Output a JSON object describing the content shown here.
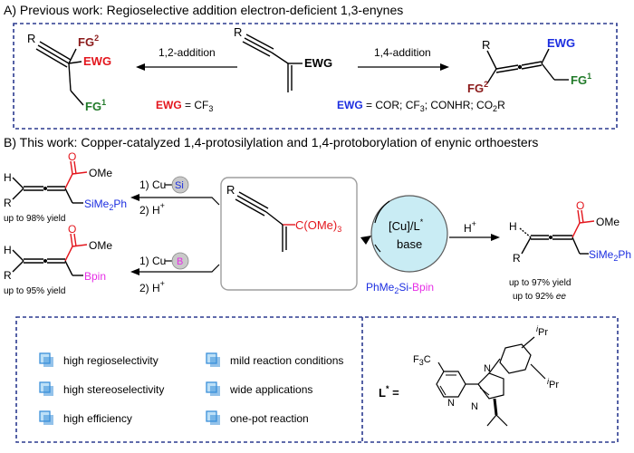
{
  "section_a": {
    "heading": "A) Previous work: Regioselective addition electron-deficient 1,3-enynes",
    "left_product": {
      "r": "R",
      "fg2": "FG",
      "fg2_sup": "2",
      "ewg": "EWG",
      "fg1": "FG",
      "fg1_sup": "1"
    },
    "arrow_12_label": "1,2-addition",
    "arrow_14_label": "1,4-addition",
    "substrate_ewg": "EWG",
    "ewg_def_left_key": "EWG",
    "ewg_def_left_val": "= CF",
    "ewg_def_left_sub": "3",
    "right_product": {
      "r": "R",
      "ewg": "EWG",
      "fg2": "FG",
      "fg2_sup": "2",
      "fg1": "FG",
      "fg1_sup": "1"
    },
    "ewg_def_right_key": "EWG",
    "ewg_def_right_val": "= COR; CF",
    "ewg_def_right_sub": "3",
    "ewg_def_right_rest": "; CONHR; CO",
    "ewg_def_right_sub2": "2",
    "ewg_def_right_end": "R"
  },
  "section_b": {
    "heading": "B) This work: Copper-catalyzed 1,4-protosilylation and 1,4-protoborylation of enynic orthoesters",
    "top_left_product": {
      "h": "H",
      "r": "R",
      "o": "O",
      "ome": "OMe",
      "simephe": "SiMe",
      "simephe_sub": "2",
      "simephe_end": "Ph",
      "yield": "up to 98% yield"
    },
    "bottom_left_product": {
      "h": "H",
      "r": "R",
      "o": "O",
      "ome": "OMe",
      "bpin": "Bpin",
      "yield": "up to 95% yield"
    },
    "arrow_si_step1": "1) Cu",
    "arrow_si_badge": "Si",
    "arrow_si_step2": "2) H",
    "arrow_b_step1": "1) Cu",
    "arrow_b_badge": "B",
    "arrow_b_step2": "2) H",
    "plus": "+",
    "substrate": {
      "r": "R",
      "group": "C(OMe)",
      "group_sub": "3"
    },
    "catalyst": {
      "line1": "[Cu]/L",
      "star": "*",
      "line2": "base"
    },
    "reagent": "PhMe",
    "reagent_sub": "2",
    "reagent_si": "Si-",
    "reagent_b": "Bpin",
    "proton": "H",
    "right_product": {
      "h": "H",
      "r": "R",
      "o": "O",
      "ome": "OMe",
      "simephe": "SiMe",
      "simephe_sub": "2",
      "simephe_end": "Ph"
    },
    "right_yield": "up to 97% yield",
    "right_ee_prefix": "up to 92%",
    "right_ee": "ee"
  },
  "features": {
    "items": [
      "high regioselectivity",
      "high stereoselectivity",
      "high efficiency",
      "mild reaction conditions",
      "wide applications",
      "one-pot reaction"
    ]
  },
  "ligand": {
    "label": "L",
    "star": "*",
    "equals": "=",
    "cf3": "F",
    "cf3_sub": "3",
    "cf3_c": "C",
    "ipr_top": "Pr",
    "ipr_bottom": "Pr",
    "i": "i",
    "n1": "N",
    "n2": "N",
    "n3": "N"
  },
  "colors": {
    "red": "#e3161d",
    "blue": "#1c2ee0",
    "green": "#217a29",
    "darkred": "#8b1a1a",
    "magenta": "#e62ee6",
    "navy": "#1a237e",
    "box_border": "#2b3a8f",
    "circle_fill": "#c9ecf4",
    "checkbox": "#3b8fd9"
  }
}
